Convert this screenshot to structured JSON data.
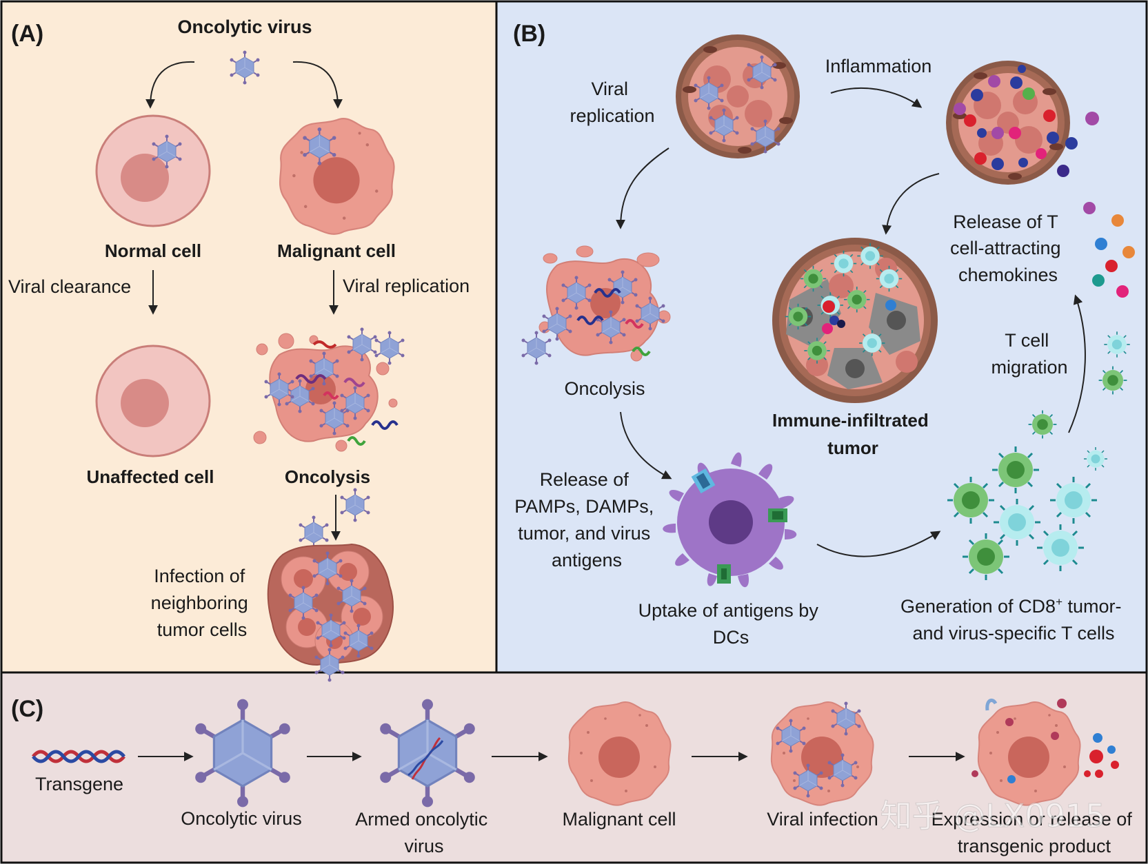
{
  "colors": {
    "panel_a_bg": "#fcebd7",
    "panel_b_bg": "#dbe5f6",
    "panel_c_bg": "#ecdede",
    "cell_pink": "#e8948a",
    "virus_blue": "#8fa2d6",
    "dc_purple": "#9e74c7",
    "t_cell_green": "#5daa5a",
    "t_cell_cyan": "#9fe0e6"
  },
  "panel_a": {
    "label": "(A)",
    "virus_title": "Oncolytic virus",
    "normal_cell": "Normal cell",
    "malignant_cell": "Malignant cell",
    "viral_clearance": "Viral clearance",
    "viral_replication": "Viral replication",
    "unaffected_cell": "Unaffected cell",
    "oncolysis": "Oncolysis",
    "infection_lines": [
      "Infection of",
      "neighboring",
      "tumor cells"
    ]
  },
  "panel_b": {
    "label": "(B)",
    "viral_replication_lines": [
      "Viral",
      "replication"
    ],
    "inflammation": "Inflammation",
    "release_t_lines": [
      "Release of T",
      "cell-attracting",
      "chemokines"
    ],
    "oncolysis": "Oncolysis",
    "immune_lines": [
      "Immune-infiltrated",
      "tumor"
    ],
    "t_migration_lines": [
      "T cell",
      "migration"
    ],
    "release_pamps_lines": [
      "Release of",
      "PAMPs, DAMPs,",
      "tumor, and virus",
      "antigens"
    ],
    "uptake_lines": [
      "Uptake of antigens by",
      "DCs"
    ],
    "generation_line1_pre": "Generation of CD8",
    "generation_sup": "+",
    "generation_line1_post": " tumor-",
    "generation_line2": "and virus-specific T cells"
  },
  "panel_c": {
    "label": "(C)",
    "transgene": "Transgene",
    "oncolytic_virus": "Oncolytic virus",
    "armed_lines": [
      "Armed oncolytic",
      "virus"
    ],
    "malignant_cell": "Malignant cell",
    "viral_infection": "Viral infection",
    "expression_lines": [
      "Expression or release of",
      "transgenic product"
    ]
  },
  "watermark": "知乎 @LX0915"
}
